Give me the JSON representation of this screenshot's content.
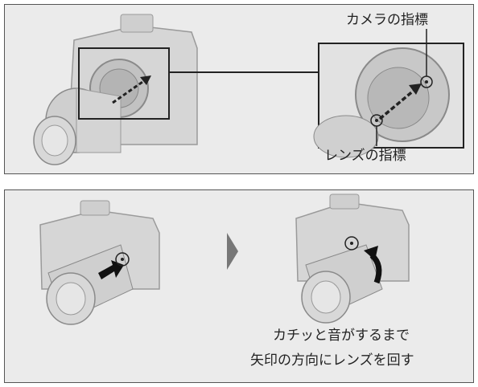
{
  "labels": {
    "camera_index": "カメラの指標",
    "lens_index": "レンズの指標",
    "instruction_line1": "カチッと音がするまで",
    "instruction_line2": "矢印の方向にレンズを回す"
  },
  "colors": {
    "panel_bg": "#ebebeb",
    "panel_border": "#555555",
    "camera_body": "#d4d4d4",
    "lens_body": "#cfcfcf",
    "arrow": "#222222",
    "step_arrow": "#777777"
  }
}
